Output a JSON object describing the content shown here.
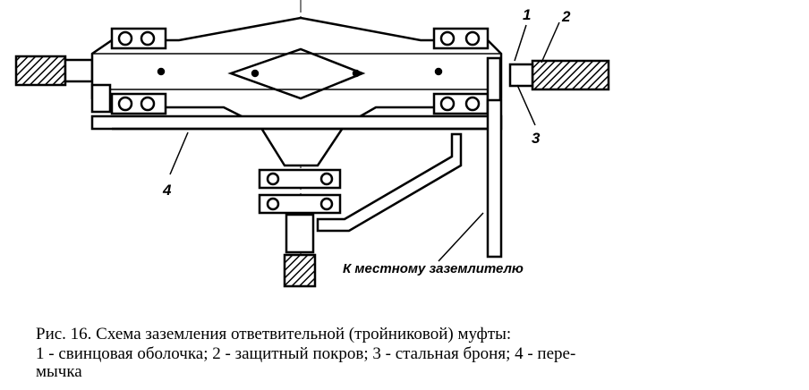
{
  "diagram": {
    "labels": {
      "l1": "1",
      "l2": "2",
      "l3": "3",
      "l4": "4"
    },
    "ground_note": "К местному заземлителю"
  },
  "caption": {
    "line1": "Рис. 16. Схема заземления ответвительной (тройниковой) муфты:",
    "line2": "1 - свинцовая оболочка; 2 - защитный покров; 3 - стальная броня; 4 - пере-",
    "line3": "мычка"
  }
}
